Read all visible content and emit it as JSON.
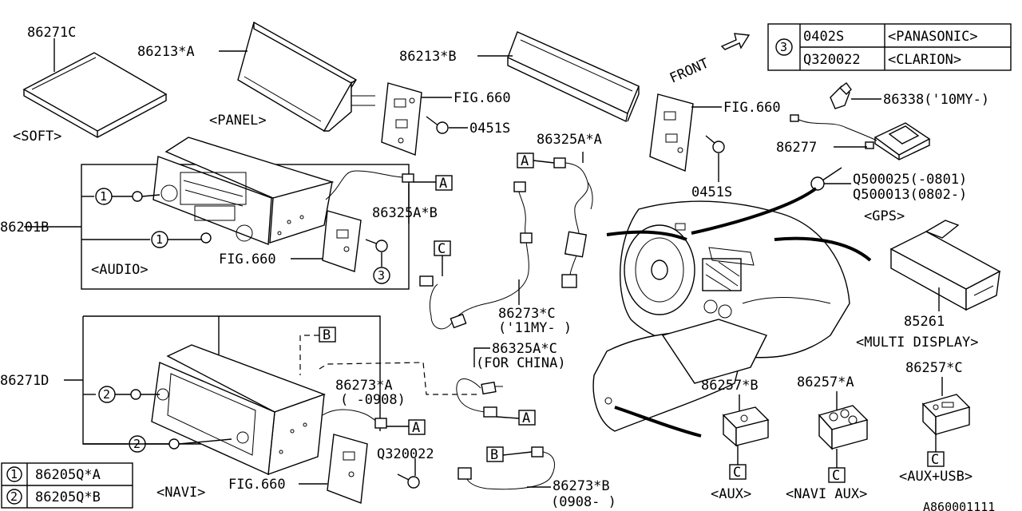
{
  "parts": {
    "p86271c": "86271C",
    "p86213a": "86213*A",
    "p86213b": "86213*B",
    "p86201b": "86201B",
    "p86325ab": "86325A*B",
    "p86325aa": "86325A*A",
    "p86325ac": "86325A*C",
    "p86273c": "86273*C",
    "p86273a": "86273*A",
    "p86273b": "86273*B",
    "p86271d": "86271D",
    "p86338": "86338('10MY-)",
    "p86277": "86277",
    "q500025": "Q500025(-0801)",
    "q500013": "Q500013(0802-)",
    "p85261": "85261",
    "p86257b": "86257*B",
    "p86257a": "86257*A",
    "p86257c": "86257*C",
    "p0451s_1": "0451S",
    "p0451s_2": "0451S",
    "q320022": "Q320022",
    "fig_1": "FIG.660",
    "fig_2": "FIG.660",
    "fig_3": "FIG.660",
    "fig_4": "FIG.660"
  },
  "notes": {
    "soft": "<SOFT>",
    "panel": "<PANEL>",
    "audio": "<AUDIO>",
    "navi": "<NAVI>",
    "gps": "<GPS>",
    "multi_display": "<MULTI DISPLAY>",
    "aux": "<AUX>",
    "navi_aux": "<NAVI AUX>",
    "aux_usb": "<AUX+USB>",
    "my11": "('11MY- )",
    "r0908a": "( -0908)",
    "r0908b": "(0908- )",
    "china": "(FOR CHINA)",
    "front": "FRONT",
    "diagram_no": "A860001111"
  },
  "legend_top": {
    "symbol": "3",
    "rows": [
      {
        "code": "0402S",
        "maker": "<PANASONIC>"
      },
      {
        "code": "Q320022",
        "maker": "<CLARION>"
      }
    ]
  },
  "legend_bottom": [
    {
      "symbol": "1",
      "part": "86205Q*A"
    },
    {
      "symbol": "2",
      "part": "86205Q*B"
    }
  ],
  "callouts": {
    "a": "A",
    "b": "B",
    "c": "C",
    "n1": "1",
    "n2": "2",
    "n3": "3"
  }
}
